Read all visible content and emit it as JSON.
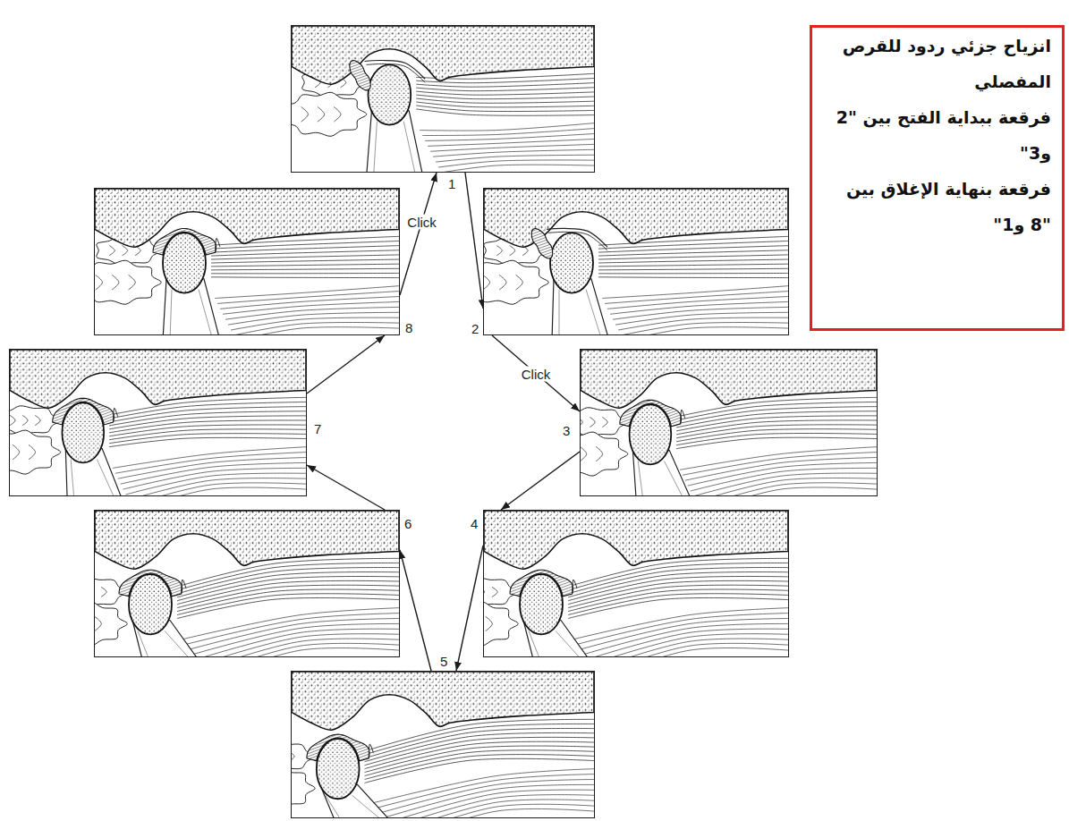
{
  "diagram": {
    "nodes": [
      {
        "text": [
          "1"
        ]
      },
      {
        "text": [
          "2"
        ]
      },
      {
        "text": [
          "3"
        ]
      },
      {
        "text": [
          "4"
        ]
      },
      {
        "text": [
          "5"
        ]
      },
      {
        "text": [
          "6"
        ]
      },
      {
        "text": [
          "7"
        ]
      },
      {
        "text": [
          "8"
        ]
      },
      {
        "text": [
          "انزياح جزئي ردود للقرص المفصلي",
          "فرقعة ببداية الفتح بين \"2 و3\"",
          "فرقعة بنهاية الإغلاق بين \"8 و1\""
        ]
      }
    ],
    "edges": [
      {
        "from": 0,
        "to": 1,
        "arrow": "to"
      },
      {
        "from": 1,
        "to": 2,
        "label": "Click",
        "arrow": "to"
      },
      {
        "from": 2,
        "to": 3,
        "arrow": "to"
      },
      {
        "from": 3,
        "to": 4,
        "arrow": "to"
      },
      {
        "from": 4,
        "to": 5,
        "arrow": "to"
      },
      {
        "from": 5,
        "to": 6,
        "arrow": "to"
      },
      {
        "from": 6,
        "to": 7,
        "arrow": "to"
      },
      {
        "from": 7,
        "to": 0,
        "label": "Click",
        "arrow": "to"
      }
    ]
  }
}
